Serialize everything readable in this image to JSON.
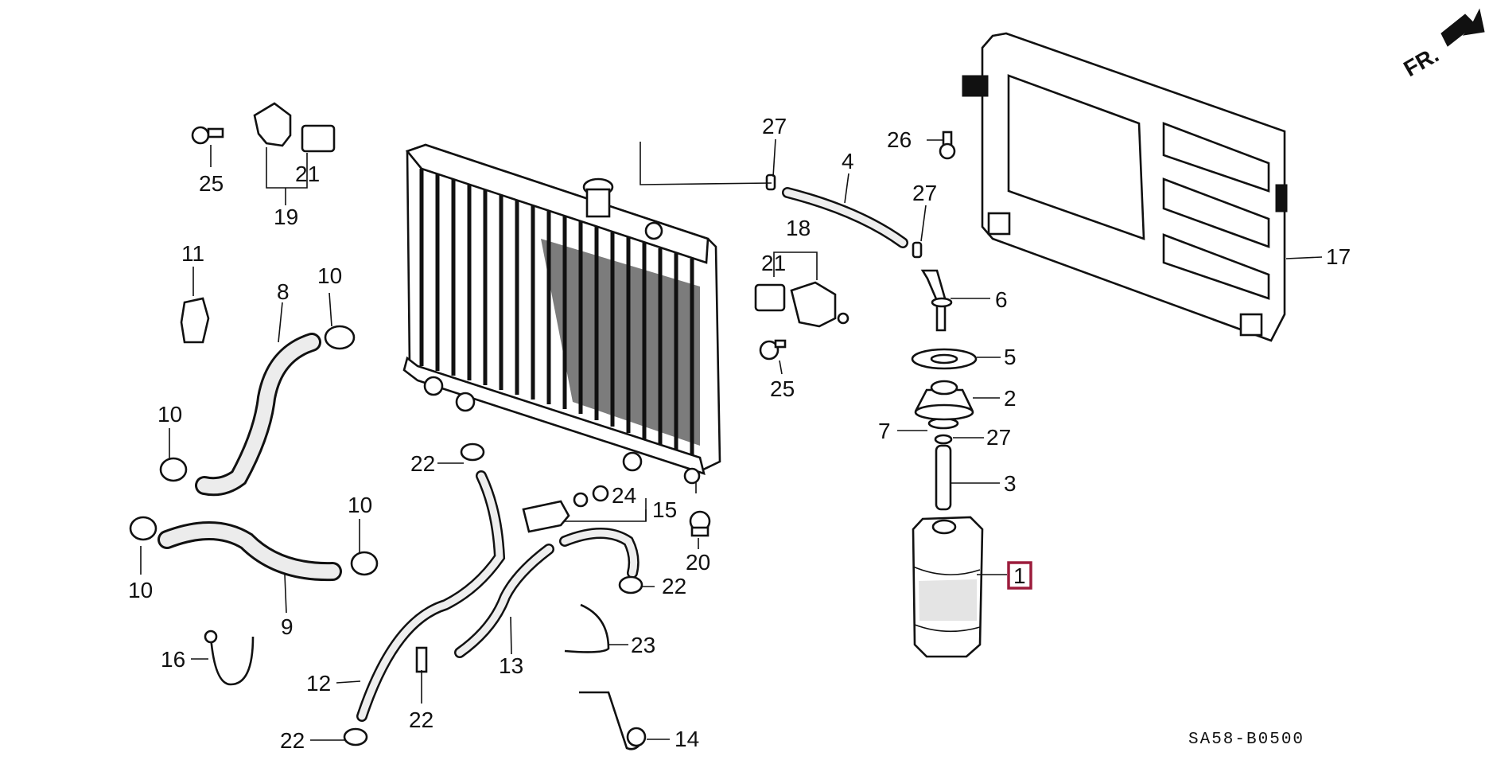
{
  "diagram": {
    "direction_label": "FR.",
    "drawing_code": "SA58-B0500",
    "callouts": {
      "c1": "1",
      "c2": "2",
      "c3": "3",
      "c4": "4",
      "c5": "5",
      "c6": "6",
      "c7": "7",
      "c8": "8",
      "c9": "9",
      "c10a": "10",
      "c10b": "10",
      "c10c": "10",
      "c10d": "10",
      "c11": "11",
      "c12": "12",
      "c13": "13",
      "c14": "14",
      "c15": "15",
      "c16": "16",
      "c17": "17",
      "c18": "18",
      "c19": "19",
      "c20": "20",
      "c21a": "21",
      "c21b": "21",
      "c22a": "22",
      "c22b": "22",
      "c22c": "22",
      "c22d": "22",
      "c23": "23",
      "c24": "24",
      "c25a": "25",
      "c25b": "25",
      "c26": "26",
      "c27a": "27",
      "c27b": "27",
      "c27c": "27"
    },
    "highlight_color": "#9c1c3c"
  }
}
